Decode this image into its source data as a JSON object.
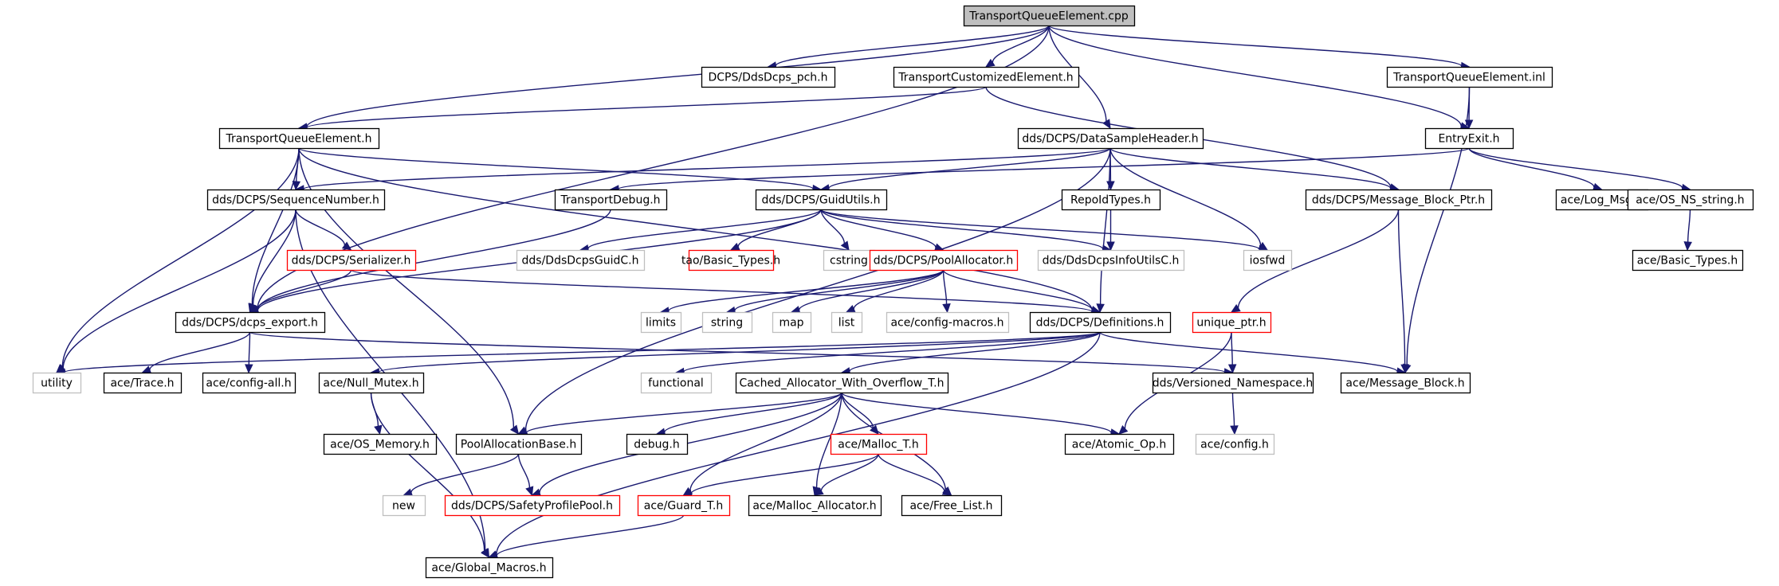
{
  "nodes": [
    {
      "id": "TransportQueueElement_cpp",
      "label": "TransportQueueElement.cpp",
      "kind": "root"
    },
    {
      "id": "DdsDcps_pch",
      "label": "DCPS/DdsDcps_pch.h",
      "kind": "normal"
    },
    {
      "id": "TransportCustomizedElement",
      "label": "TransportCustomizedElement.h",
      "kind": "normal"
    },
    {
      "id": "TransportQueueElement_inl",
      "label": "TransportQueueElement.inl",
      "kind": "normal"
    },
    {
      "id": "TransportQueueElement_h",
      "label": "TransportQueueElement.h",
      "kind": "normal"
    },
    {
      "id": "DataSampleHeader",
      "label": "dds/DCPS/DataSampleHeader.h",
      "kind": "normal"
    },
    {
      "id": "EntryExit",
      "label": "EntryExit.h",
      "kind": "normal"
    },
    {
      "id": "SequenceNumber",
      "label": "dds/DCPS/SequenceNumber.h",
      "kind": "normal"
    },
    {
      "id": "TransportDebug",
      "label": "TransportDebug.h",
      "kind": "normal"
    },
    {
      "id": "GuidUtils",
      "label": "dds/DCPS/GuidUtils.h",
      "kind": "normal"
    },
    {
      "id": "RepoIdTypes",
      "label": "RepoIdTypes.h",
      "kind": "normal"
    },
    {
      "id": "Message_Block_Ptr",
      "label": "dds/DCPS/Message_Block_Ptr.h",
      "kind": "normal"
    },
    {
      "id": "Log_Msg",
      "label": "ace/Log_Msg.h",
      "kind": "normal"
    },
    {
      "id": "OS_NS_string",
      "label": "ace/OS_NS_string.h",
      "kind": "normal"
    },
    {
      "id": "Serializer",
      "label": "dds/DCPS/Serializer.h",
      "kind": "truncated"
    },
    {
      "id": "DdsDcpsGuidC",
      "label": "dds/DdsDcpsGuidC.h",
      "kind": "external"
    },
    {
      "id": "Basic_Types_tao",
      "label": "tao/Basic_Types.h",
      "kind": "truncated"
    },
    {
      "id": "cstring",
      "label": "cstring",
      "kind": "external"
    },
    {
      "id": "PoolAllocator",
      "label": "dds/DCPS/PoolAllocator.h",
      "kind": "truncated"
    },
    {
      "id": "DdsDcpsInfoUtilsC",
      "label": "dds/DdsDcpsInfoUtilsC.h",
      "kind": "external"
    },
    {
      "id": "iosfwd",
      "label": "iosfwd",
      "kind": "external"
    },
    {
      "id": "Basic_Types_ace",
      "label": "ace/Basic_Types.h",
      "kind": "normal"
    },
    {
      "id": "dcps_export",
      "label": "dds/DCPS/dcps_export.h",
      "kind": "normal"
    },
    {
      "id": "limits",
      "label": "limits",
      "kind": "external"
    },
    {
      "id": "string",
      "label": "string",
      "kind": "external"
    },
    {
      "id": "map",
      "label": "map",
      "kind": "external"
    },
    {
      "id": "list",
      "label": "list",
      "kind": "external"
    },
    {
      "id": "config_macros",
      "label": "ace/config-macros.h",
      "kind": "external"
    },
    {
      "id": "Definitions",
      "label": "dds/DCPS/Definitions.h",
      "kind": "normal"
    },
    {
      "id": "unique_ptr",
      "label": "unique_ptr.h",
      "kind": "truncated"
    },
    {
      "id": "utility",
      "label": "utility",
      "kind": "external"
    },
    {
      "id": "Trace",
      "label": "ace/Trace.h",
      "kind": "normal"
    },
    {
      "id": "config_all",
      "label": "ace/config-all.h",
      "kind": "normal"
    },
    {
      "id": "Null_Mutex",
      "label": "ace/Null_Mutex.h",
      "kind": "normal"
    },
    {
      "id": "functional",
      "label": "functional",
      "kind": "external"
    },
    {
      "id": "Cached_Allocator",
      "label": "Cached_Allocator_With_Overflow_T.h",
      "kind": "normal"
    },
    {
      "id": "Versioned_Namespace",
      "label": "dds/Versioned_Namespace.h",
      "kind": "normal"
    },
    {
      "id": "Message_Block",
      "label": "ace/Message_Block.h",
      "kind": "normal"
    },
    {
      "id": "OS_Memory",
      "label": "ace/OS_Memory.h",
      "kind": "normal"
    },
    {
      "id": "PoolAllocationBase",
      "label": "PoolAllocationBase.h",
      "kind": "normal"
    },
    {
      "id": "debug",
      "label": "debug.h",
      "kind": "normal"
    },
    {
      "id": "Malloc_T",
      "label": "ace/Malloc_T.h",
      "kind": "truncated"
    },
    {
      "id": "Atomic_Op",
      "label": "ace/Atomic_Op.h",
      "kind": "normal"
    },
    {
      "id": "config_h",
      "label": "ace/config.h",
      "kind": "external"
    },
    {
      "id": "new",
      "label": "new",
      "kind": "external"
    },
    {
      "id": "SafetyProfilePool",
      "label": "dds/DCPS/SafetyProfilePool.h",
      "kind": "truncated"
    },
    {
      "id": "Guard_T",
      "label": "ace/Guard_T.h",
      "kind": "truncated"
    },
    {
      "id": "Malloc_Allocator",
      "label": "ace/Malloc_Allocator.h",
      "kind": "normal"
    },
    {
      "id": "Free_List",
      "label": "ace/Free_List.h",
      "kind": "normal"
    },
    {
      "id": "Global_Macros",
      "label": "ace/Global_Macros.h",
      "kind": "normal"
    }
  ],
  "edges": [
    [
      "TransportQueueElement_cpp",
      "DdsDcps_pch"
    ],
    [
      "TransportQueueElement_cpp",
      "TransportCustomizedElement"
    ],
    [
      "TransportQueueElement_cpp",
      "TransportQueueElement_h"
    ],
    [
      "TransportQueueElement_cpp",
      "DataSampleHeader"
    ],
    [
      "TransportQueueElement_cpp",
      "EntryExit"
    ],
    [
      "TransportQueueElement_cpp",
      "TransportQueueElement_inl"
    ],
    [
      "TransportQueueElement_cpp",
      "dcps_export"
    ],
    [
      "TransportCustomizedElement",
      "TransportQueueElement_h"
    ],
    [
      "TransportCustomizedElement",
      "Message_Block_Ptr"
    ],
    [
      "TransportQueueElement_inl",
      "EntryExit"
    ],
    [
      "TransportQueueElement_inl",
      "Message_Block"
    ],
    [
      "TransportQueueElement_h",
      "SequenceNumber"
    ],
    [
      "TransportQueueElement_h",
      "GuidUtils"
    ],
    [
      "TransportQueueElement_h",
      "dcps_export"
    ],
    [
      "TransportQueueElement_h",
      "utility"
    ],
    [
      "TransportQueueElement_h",
      "PoolAllocationBase"
    ],
    [
      "TransportQueueElement_h",
      "Definitions"
    ],
    [
      "DataSampleHeader",
      "SequenceNumber"
    ],
    [
      "DataSampleHeader",
      "GuidUtils"
    ],
    [
      "DataSampleHeader",
      "RepoIdTypes"
    ],
    [
      "DataSampleHeader",
      "Message_Block_Ptr"
    ],
    [
      "DataSampleHeader",
      "iosfwd"
    ],
    [
      "DataSampleHeader",
      "Definitions"
    ],
    [
      "DataSampleHeader",
      "PoolAllocationBase"
    ],
    [
      "EntryExit",
      "TransportDebug"
    ],
    [
      "EntryExit",
      "Log_Msg"
    ],
    [
      "EntryExit",
      "OS_NS_string"
    ],
    [
      "SequenceNumber",
      "Serializer"
    ],
    [
      "SequenceNumber",
      "dcps_export"
    ],
    [
      "SequenceNumber",
      "utility"
    ],
    [
      "SequenceNumber",
      "Global_Macros"
    ],
    [
      "TransportDebug",
      "dcps_export"
    ],
    [
      "GuidUtils",
      "DdsDcpsGuidC"
    ],
    [
      "GuidUtils",
      "Basic_Types_tao"
    ],
    [
      "GuidUtils",
      "cstring"
    ],
    [
      "GuidUtils",
      "PoolAllocator"
    ],
    [
      "GuidUtils",
      "DdsDcpsInfoUtilsC"
    ],
    [
      "GuidUtils",
      "iosfwd"
    ],
    [
      "GuidUtils",
      "dcps_export"
    ],
    [
      "RepoIdTypes",
      "DdsDcpsInfoUtilsC"
    ],
    [
      "Message_Block_Ptr",
      "unique_ptr"
    ],
    [
      "Message_Block_Ptr",
      "Message_Block"
    ],
    [
      "OS_NS_string",
      "Basic_Types_ace"
    ],
    [
      "Serializer",
      "dcps_export"
    ],
    [
      "Serializer",
      "Definitions"
    ],
    [
      "PoolAllocator",
      "limits"
    ],
    [
      "PoolAllocator",
      "string"
    ],
    [
      "PoolAllocator",
      "map"
    ],
    [
      "PoolAllocator",
      "list"
    ],
    [
      "PoolAllocator",
      "config_macros"
    ],
    [
      "PoolAllocator",
      "Definitions"
    ],
    [
      "dcps_export",
      "Trace"
    ],
    [
      "dcps_export",
      "config_all"
    ],
    [
      "dcps_export",
      "Versioned_Namespace"
    ],
    [
      "Definitions",
      "utility"
    ],
    [
      "Definitions",
      "Null_Mutex"
    ],
    [
      "Definitions",
      "functional"
    ],
    [
      "Definitions",
      "Cached_Allocator"
    ],
    [
      "Definitions",
      "Message_Block"
    ],
    [
      "Definitions",
      "Global_Macros"
    ],
    [
      "unique_ptr",
      "Versioned_Namespace"
    ],
    [
      "unique_ptr",
      "Atomic_Op"
    ],
    [
      "Null_Mutex",
      "OS_Memory"
    ],
    [
      "Null_Mutex",
      "Global_Macros"
    ],
    [
      "Cached_Allocator",
      "PoolAllocationBase"
    ],
    [
      "Cached_Allocator",
      "debug"
    ],
    [
      "Cached_Allocator",
      "Malloc_T"
    ],
    [
      "Cached_Allocator",
      "Atomic_Op"
    ],
    [
      "Cached_Allocator",
      "SafetyProfilePool"
    ],
    [
      "Cached_Allocator",
      "Guard_T"
    ],
    [
      "Cached_Allocator",
      "Malloc_Allocator"
    ],
    [
      "Cached_Allocator",
      "Free_List"
    ],
    [
      "Versioned_Namespace",
      "config_h"
    ],
    [
      "PoolAllocationBase",
      "new"
    ],
    [
      "PoolAllocationBase",
      "SafetyProfilePool"
    ],
    [
      "Malloc_T",
      "Guard_T"
    ],
    [
      "Malloc_T",
      "Malloc_Allocator"
    ],
    [
      "Malloc_T",
      "Free_List"
    ],
    [
      "Guard_T",
      "Global_Macros"
    ]
  ]
}
